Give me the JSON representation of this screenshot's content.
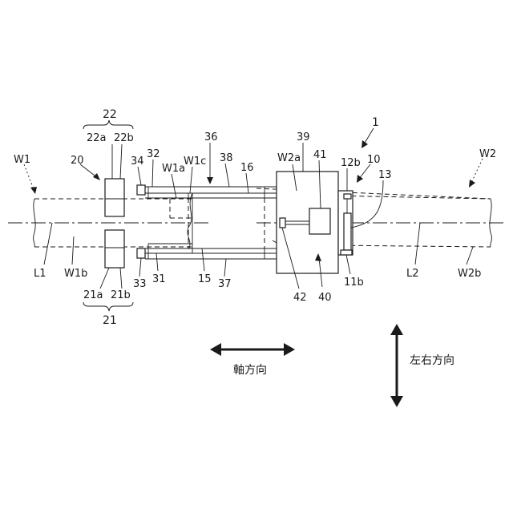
{
  "diagram": {
    "labels": {
      "n22": "22",
      "n22a": "22a",
      "n22b": "22b",
      "n20": "20",
      "n34": "34",
      "n32": "32",
      "nW1a": "W1a",
      "nW1c": "W1c",
      "n36": "36",
      "n38": "38",
      "n16": "16",
      "n39": "39",
      "nW2a": "W2a",
      "n41": "41",
      "n1": "1",
      "n12b": "12b",
      "n10": "10",
      "n13": "13",
      "nW1": "W1",
      "nW2": "W2",
      "nL1": "L1",
      "nW1b": "W1b",
      "n21a": "21a",
      "n21b": "21b",
      "n21": "21",
      "n33": "33",
      "n31": "31",
      "n15": "15",
      "n37": "37",
      "n42": "42",
      "n40": "40",
      "n11b": "11b",
      "nL2": "L2",
      "nW2b": "W2b"
    },
    "axial_direction": "軸方向",
    "lateral_direction": "左右方向"
  }
}
